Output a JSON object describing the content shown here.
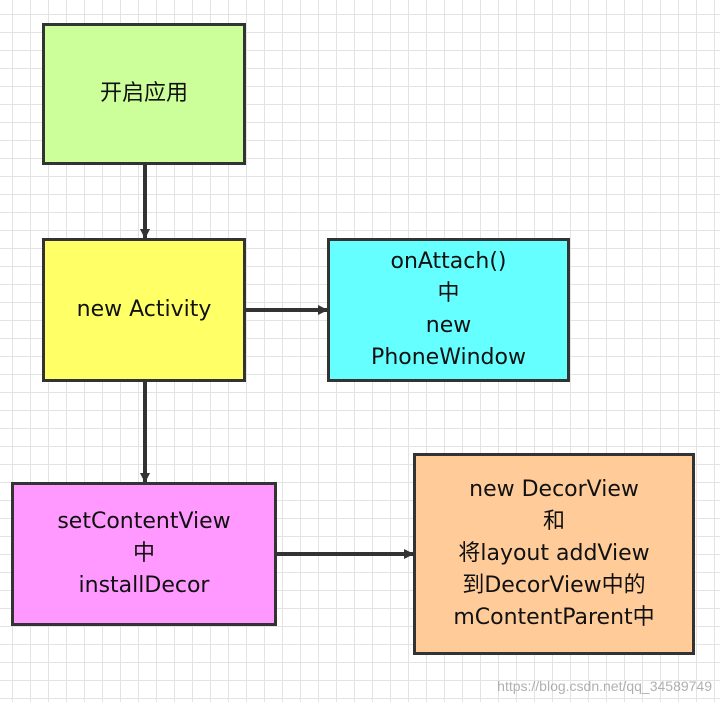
{
  "nodes": [
    {
      "id": "n1",
      "lines": [
        "开启应用"
      ],
      "color": "#ccff99"
    },
    {
      "id": "n2",
      "lines": [
        "new Activity"
      ],
      "color": "#ffff66"
    },
    {
      "id": "n3",
      "lines": [
        "onAttach()",
        "中",
        "new",
        "PhoneWindow"
      ],
      "color": "#66ffff"
    },
    {
      "id": "n4",
      "lines": [
        "setContentView",
        "中",
        "installDecor"
      ],
      "color": "#ff99ff"
    },
    {
      "id": "n5",
      "lines": [
        "new DecorView",
        "和",
        "将layout addView",
        "到DecorView中的",
        "mContentParent中"
      ],
      "color": "#ffcc99"
    }
  ],
  "edges": [
    {
      "from": "n1",
      "to": "n2"
    },
    {
      "from": "n2",
      "to": "n3"
    },
    {
      "from": "n2",
      "to": "n4"
    },
    {
      "from": "n4",
      "to": "n5"
    }
  ],
  "watermark": "https://blog.csdn.net/qq_34589749"
}
